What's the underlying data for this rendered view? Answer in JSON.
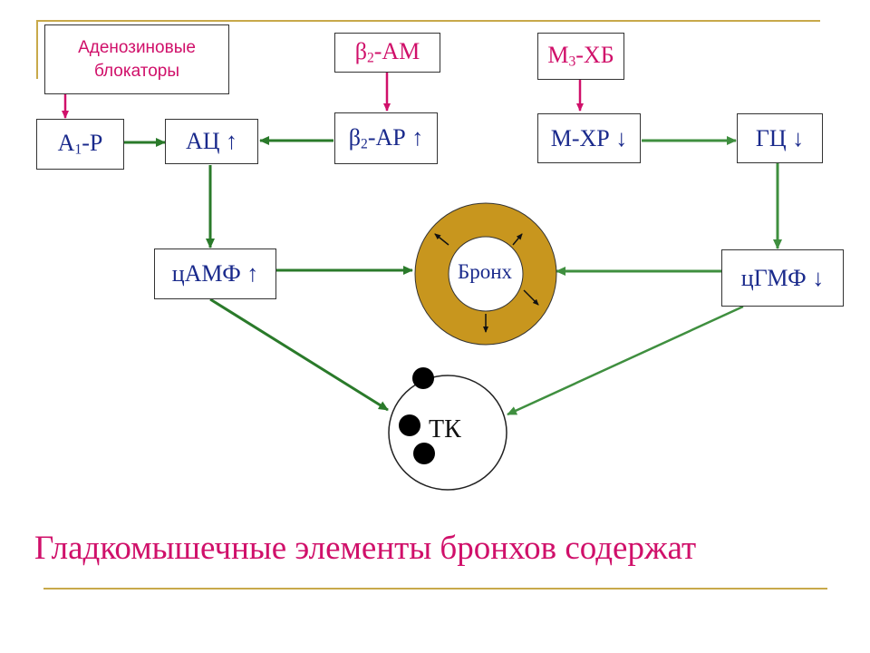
{
  "nodes": {
    "adenosine_blockers": "Аденозиновые блокаторы",
    "a1r_main": "А",
    "a1r_sub": "1",
    "a1r_rest": "-Р",
    "ac": "АЦ ↑",
    "b2am_main": "β",
    "b2am_sub": "2",
    "b2am_rest": "-АМ",
    "b2ar_main": "β",
    "b2ar_sub": "2",
    "b2ar_rest": "-АР ↑",
    "m3xb_main": "М",
    "m3xb_sub": "3",
    "m3xb_rest": "-ХБ",
    "mxr": "М-ХР ↓",
    "gc": "ГЦ ↓",
    "camp": "цАМФ ↑",
    "cgmp": "цГМФ ↓",
    "bronchus": "Бронх",
    "tk": "ТК"
  },
  "title": "Гладкомышечные элементы бронхов содержат",
  "colors": {
    "pink": "#d0106a",
    "green": "#2a7a2a",
    "blue": "#1a2a8c",
    "gold": "#c8a94a",
    "ring": "#c8961e"
  }
}
